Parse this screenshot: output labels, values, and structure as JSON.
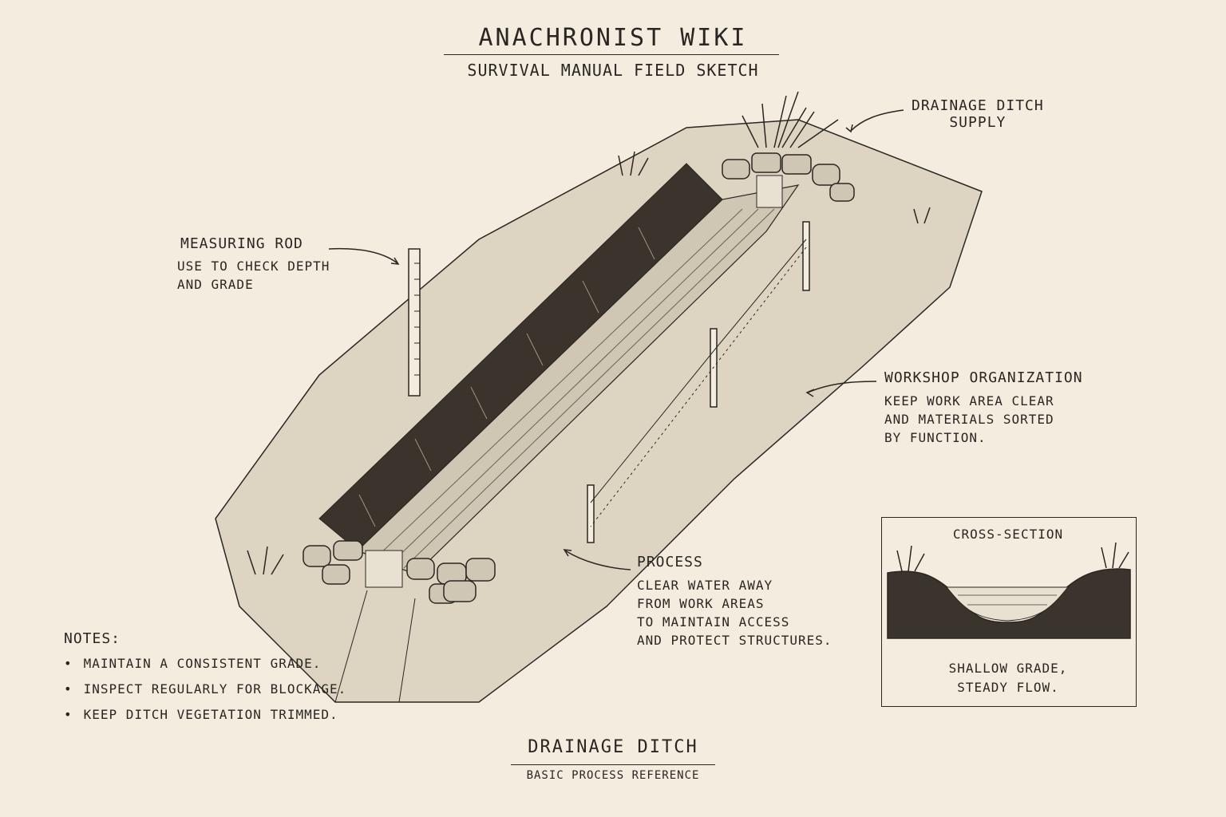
{
  "header": {
    "title": "ANACHRONIST WIKI",
    "subtitle": "SURVIVAL MANUAL FIELD SKETCH"
  },
  "callouts": {
    "supply": {
      "heading": "DRAINAGE DITCH",
      "body": "SUPPLY"
    },
    "rod": {
      "heading": "MEASURING ROD",
      "body": "USE TO CHECK DEPTH\nAND GRADE"
    },
    "workshop": {
      "heading": "WORKSHOP ORGANIZATION",
      "body": "KEEP WORK AREA CLEAR\nAND MATERIALS SORTED\nBY FUNCTION."
    },
    "process": {
      "heading": "PROCESS",
      "body": "CLEAR WATER AWAY\nFROM WORK AREAS\nTO MAINTAIN ACCESS\nAND PROTECT STRUCTURES."
    }
  },
  "notes": {
    "heading": "NOTES:",
    "items": [
      "MAINTAIN A CONSISTENT GRADE.",
      "INSPECT REGULARLY FOR BLOCKAGE.",
      "KEEP DITCH VEGETATION TRIMMED."
    ]
  },
  "cross_section": {
    "title": "CROSS-SECTION",
    "caption": "SHALLOW GRADE,\nSTEADY FLOW."
  },
  "footer": {
    "title": "DRAINAGE DITCH",
    "subtitle": "BASIC PROCESS REFERENCE"
  },
  "colors": {
    "paper": "#f3ecdf",
    "ink": "#2a2622",
    "ground": "#ded4c2",
    "ditch-wall": "#3a342d",
    "water": "#cfc6b4"
  }
}
